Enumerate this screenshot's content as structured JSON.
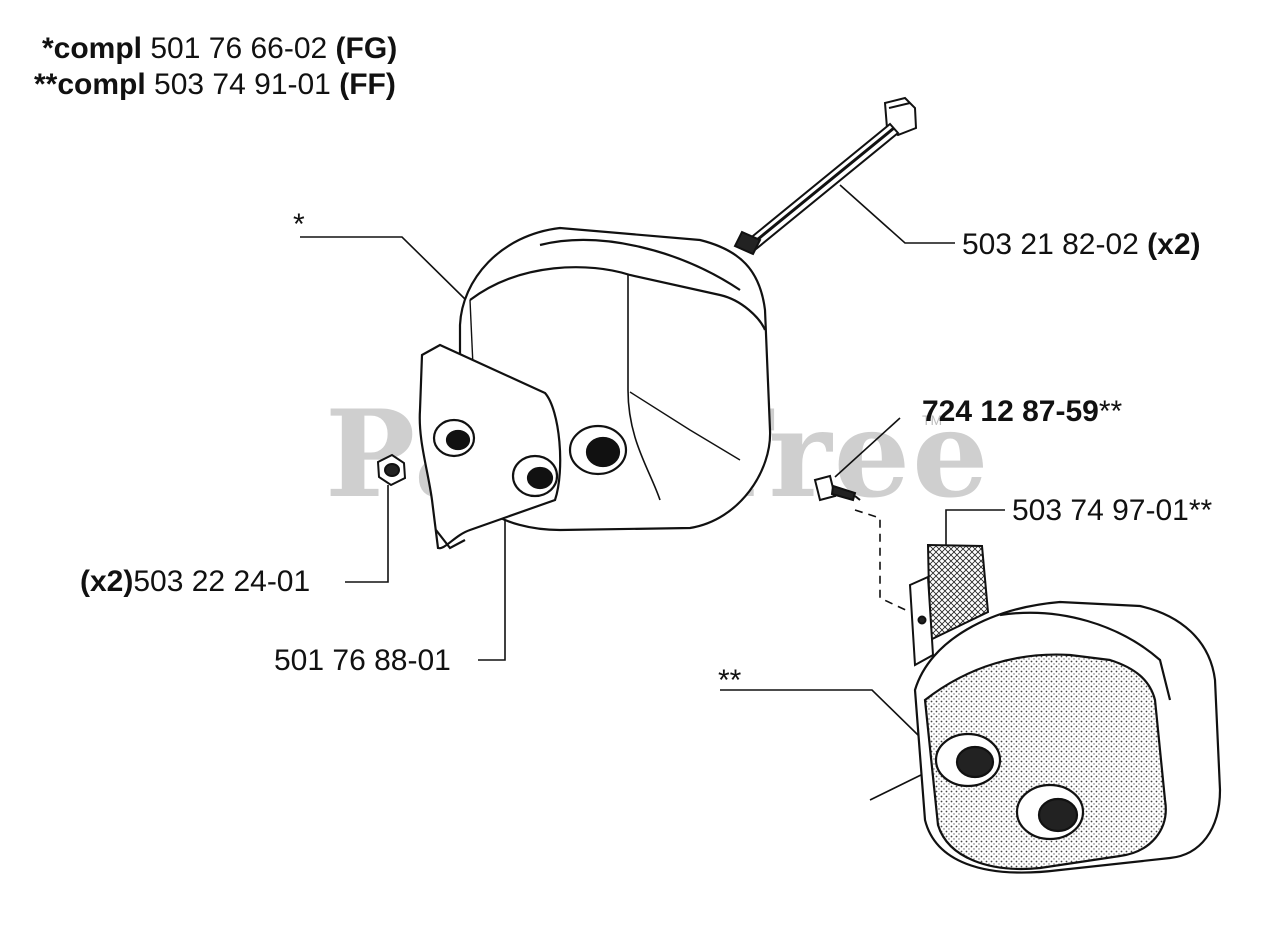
{
  "header": {
    "line1_prefix": "*compl",
    "line1_part": "501 76 66-02",
    "line1_code": "(FG)",
    "line2_prefix": "**compl",
    "line2_part": "503 74 91-01",
    "line2_code": "(FF)"
  },
  "callouts": {
    "bolt_part": "503 21 82-02",
    "bolt_qty": "(x2)",
    "screw_part": "724 12 87-59",
    "screw_mark": "**",
    "screen_part": "503 74 97-01**",
    "nut_qty": "(x2)",
    "nut_part": "503 22 24-01",
    "gasket_part": "501 76 88-01",
    "muffler_fg_mark": "*",
    "muffler_ff_mark": "**"
  },
  "watermark": {
    "text": "PartsTree",
    "tm": "TM"
  },
  "colors": {
    "ink": "#111111",
    "watermark": "#cfcfcf",
    "background": "#ffffff"
  }
}
